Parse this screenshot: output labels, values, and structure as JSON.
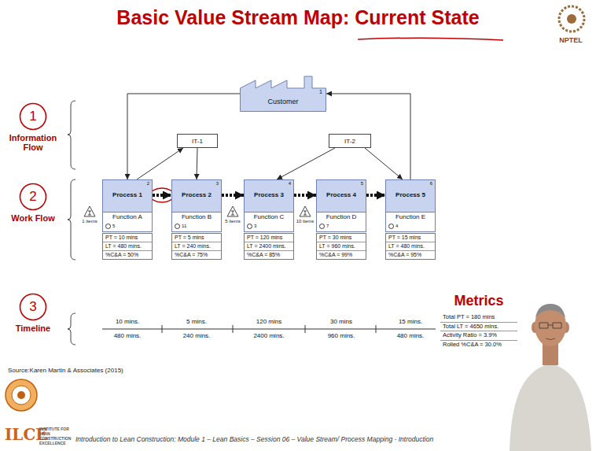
{
  "diagram": {
    "title": "Basic Value Stream Map: Current State",
    "nodes": [
      {
        "text": [
          "Customer",
          "1"
        ]
      },
      {
        "text": [
          "IT-1"
        ]
      },
      {
        "text": [
          "IT-2"
        ]
      },
      {
        "text": [
          "Process 1",
          "2",
          "Function A",
          "5"
        ]
      },
      {
        "text": [
          "Process 2",
          "3",
          "Function B",
          "11"
        ]
      },
      {
        "text": [
          "Process 3",
          "4",
          "Function C",
          "3"
        ]
      },
      {
        "text": [
          "Process 4",
          "5",
          "Function D",
          "7"
        ]
      },
      {
        "text": [
          "Process 5",
          "6",
          "Function E",
          "4"
        ]
      },
      {
        "text": [
          "PT = 10 mins",
          "LT = 480 mins.",
          "%C&A = 50%"
        ]
      },
      {
        "text": [
          "PT = 5 mins",
          "LT = 240 mins.",
          "%C&A = 75%"
        ]
      },
      {
        "text": [
          "PT = 120 mins",
          "LT = 2400 mins.",
          "%C&A = 85%"
        ]
      },
      {
        "text": [
          "PT = 30 mins",
          "LT = 960 mins.",
          "%C&A = 99%"
        ]
      },
      {
        "text": [
          "PT = 15 mins",
          "LT = 480 mins.",
          "%C&A = 95%"
        ]
      },
      {
        "text": [
          "Total PT = 180 mins",
          "Total LT = 4650 mins.",
          "Activity Ratio = 3.9%",
          "Rolled %C&A = 30.0%"
        ]
      },
      {
        "text": [
          "1",
          "Information Flow"
        ]
      },
      {
        "text": [
          "2",
          "Work Flow"
        ]
      },
      {
        "text": [
          "3",
          "Timeline"
        ]
      }
    ],
    "edges": [
      {
        "from": 0,
        "to": 3,
        "arrow": "to"
      },
      {
        "from": 7,
        "to": 0,
        "arrow": "to"
      },
      {
        "from": 3,
        "to": 1,
        "arrow": "to"
      },
      {
        "from": 1,
        "to": 4,
        "arrow": "to"
      },
      {
        "from": 2,
        "to": 5,
        "arrow": "to"
      },
      {
        "from": 2,
        "to": 7,
        "arrow": "to"
      },
      {
        "from": 3,
        "to": 4,
        "arrow": "to"
      },
      {
        "from": 4,
        "to": 5,
        "arrow": "to"
      },
      {
        "from": 5,
        "to": 6,
        "arrow": "to"
      },
      {
        "from": 6,
        "to": 7,
        "arrow": "to"
      }
    ],
    "labels": [
      "1 items",
      "5 items",
      "10 items",
      "10 mins.",
      "480 mins.",
      "5 mins.",
      "240 mins.",
      "120 mins",
      "2400 mins.",
      "30 mins",
      "960 mins.",
      "15 mins.",
      "480 mins.",
      "Metrics",
      "Source:Karen Martin & Associates (2015)",
      "NPTEL",
      "Introduction to Lean Construction: Module 1 – Lean Basics – Session 06 – Value Stream/ Process Mapping - Introduction",
      "ILCE",
      "INSTITUTE FOR LEAN CONSTRUCTION EXCELLENCE"
    ]
  }
}
